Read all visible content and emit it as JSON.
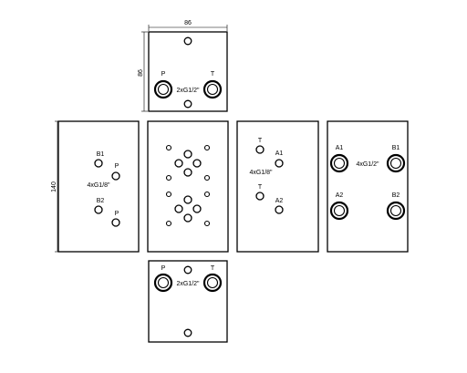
{
  "dimensions": {
    "width": "86",
    "height_top": "86",
    "height_side": "140"
  },
  "top_panel": {
    "label_p": "P",
    "label_t": "T",
    "thread": "2xG1/2\""
  },
  "left_panel": {
    "label_b1": "B1",
    "label_p1": "P",
    "thread": "4xG1/8\"",
    "label_b2": "B2",
    "label_p2": "P"
  },
  "middle_right_panel": {
    "label_t1": "T",
    "label_a1": "A1",
    "thread": "4xG1/8\"",
    "label_t2": "T",
    "label_a2": "A2"
  },
  "far_right_panel": {
    "label_a1": "A1",
    "label_b1": "B1",
    "thread": "4xG1/2\"",
    "label_a2": "A2",
    "label_b2": "B2"
  },
  "bottom_panel": {
    "label_p": "P",
    "label_t": "T",
    "thread": "2xG1/2\""
  }
}
